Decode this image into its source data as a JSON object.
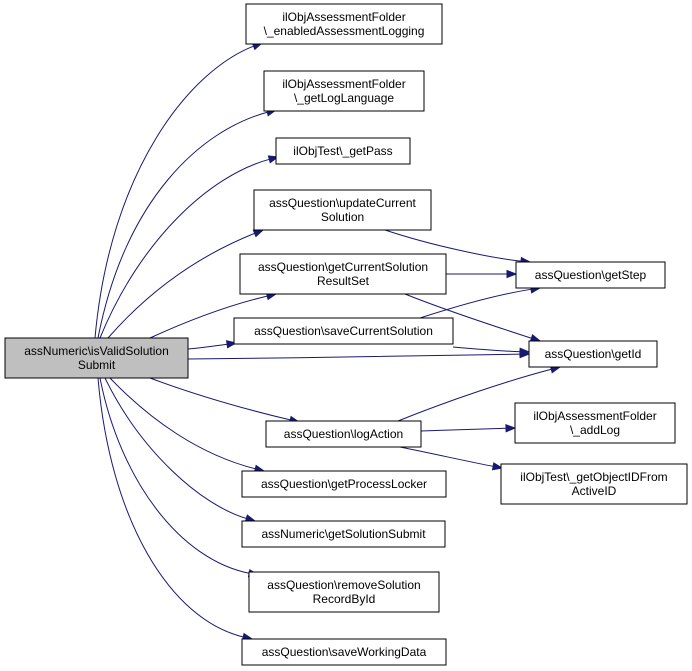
{
  "diagram": {
    "nodes": [
      {
        "id": "root",
        "lines": [
          "assNumeric\\isValidSolution",
          "Submit"
        ]
      },
      {
        "id": "n1",
        "lines": [
          "ilObjAssessmentFolder",
          "\\_enabledAssessmentLogging"
        ]
      },
      {
        "id": "n2",
        "lines": [
          "ilObjAssessmentFolder",
          "\\_getLogLanguage"
        ]
      },
      {
        "id": "n3",
        "lines": [
          "ilObjTest\\_getPass"
        ]
      },
      {
        "id": "n4",
        "lines": [
          "assQuestion\\updateCurrent",
          "Solution"
        ]
      },
      {
        "id": "n5",
        "lines": [
          "assQuestion\\getCurrentSolution",
          "ResultSet"
        ]
      },
      {
        "id": "n6",
        "lines": [
          "assQuestion\\saveCurrentSolution"
        ]
      },
      {
        "id": "n7",
        "lines": [
          "assQuestion\\logAction"
        ]
      },
      {
        "id": "n8",
        "lines": [
          "assQuestion\\getProcessLocker"
        ]
      },
      {
        "id": "n9",
        "lines": [
          "assNumeric\\getSolutionSubmit"
        ]
      },
      {
        "id": "n10",
        "lines": [
          "assQuestion\\removeSolution",
          "RecordById"
        ]
      },
      {
        "id": "n11",
        "lines": [
          "assQuestion\\saveWorkingData"
        ]
      },
      {
        "id": "n12",
        "lines": [
          "assQuestion\\getStep"
        ]
      },
      {
        "id": "n13",
        "lines": [
          "assQuestion\\getId"
        ]
      },
      {
        "id": "n14",
        "lines": [
          "ilObjAssessmentFolder",
          "\\_addLog"
        ]
      },
      {
        "id": "n15",
        "lines": [
          "ilObjTest\\_getObjectIDFrom",
          "ActiveID"
        ]
      }
    ],
    "edges": [
      {
        "from": "root",
        "to": "n1"
      },
      {
        "from": "root",
        "to": "n2"
      },
      {
        "from": "root",
        "to": "n3"
      },
      {
        "from": "root",
        "to": "n4"
      },
      {
        "from": "root",
        "to": "n5"
      },
      {
        "from": "root",
        "to": "n6"
      },
      {
        "from": "root",
        "to": "n13"
      },
      {
        "from": "root",
        "to": "n7"
      },
      {
        "from": "root",
        "to": "n8"
      },
      {
        "from": "root",
        "to": "n9"
      },
      {
        "from": "root",
        "to": "n10"
      },
      {
        "from": "root",
        "to": "n11"
      },
      {
        "from": "n4",
        "to": "n12"
      },
      {
        "from": "n5",
        "to": "n12"
      },
      {
        "from": "n5",
        "to": "n13"
      },
      {
        "from": "n6",
        "to": "n12"
      },
      {
        "from": "n6",
        "to": "n13"
      },
      {
        "from": "n7",
        "to": "n13"
      },
      {
        "from": "n7",
        "to": "n14"
      },
      {
        "from": "n7",
        "to": "n15"
      }
    ]
  }
}
